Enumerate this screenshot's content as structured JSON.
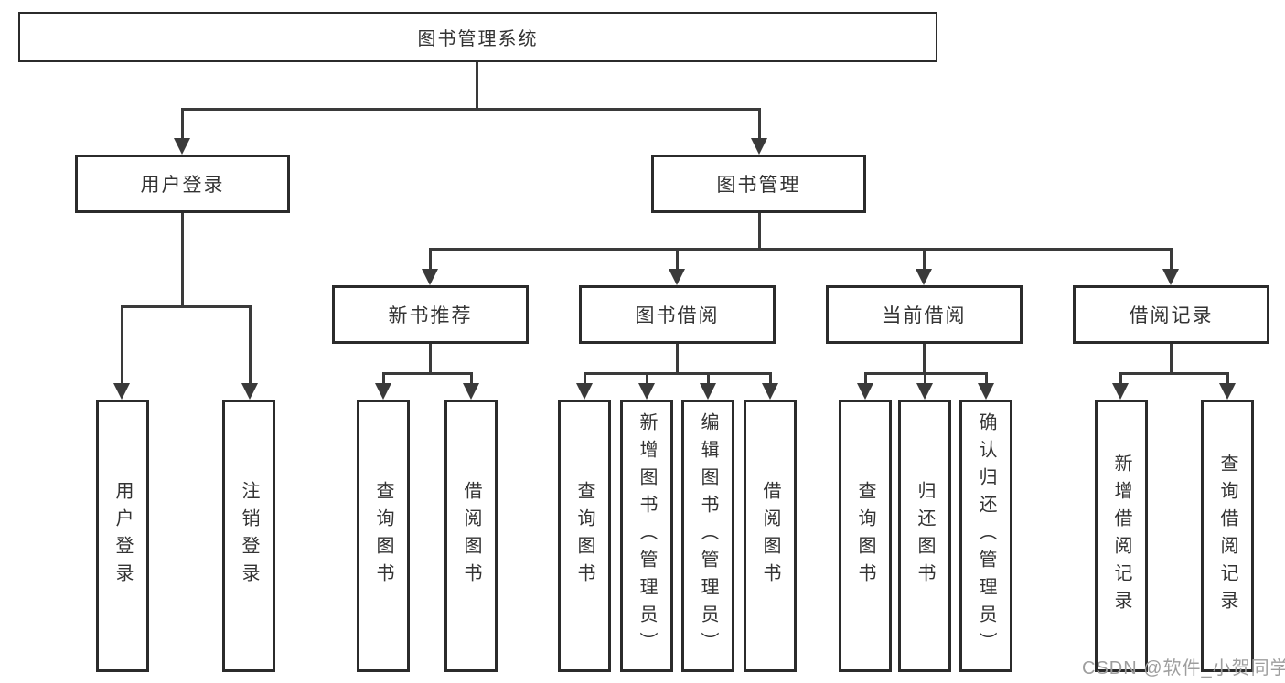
{
  "tree": {
    "root": {
      "label": "图书管理系统",
      "children": [
        {
          "label": "用户登录",
          "children": [
            {
              "label": "用户登录"
            },
            {
              "label": "注销登录"
            }
          ]
        },
        {
          "label": "图书管理",
          "children": [
            {
              "label": "新书推荐",
              "children": [
                {
                  "label": "查询图书"
                },
                {
                  "label": "借阅图书"
                }
              ]
            },
            {
              "label": "图书借阅",
              "children": [
                {
                  "label": "查询图书"
                },
                {
                  "label": "新增图书（管理员）"
                },
                {
                  "label": "编辑图书（管理员）"
                },
                {
                  "label": "借阅图书"
                }
              ]
            },
            {
              "label": "当前借阅",
              "children": [
                {
                  "label": "查询图书"
                },
                {
                  "label": "归还图书"
                },
                {
                  "label": "确认归还（管理员）"
                }
              ]
            },
            {
              "label": "借阅记录",
              "children": [
                {
                  "label": "新增借阅记录"
                },
                {
                  "label": "查询借阅记录"
                }
              ]
            }
          ]
        }
      ]
    }
  },
  "watermark": {
    "text": "CSDN @软件_小贺同学"
  },
  "colors": {
    "background": "#ffffff",
    "box_border": "#2b2b2b",
    "line": "#3a3a3a",
    "text": "#333333",
    "watermark": "#9e9e9e"
  }
}
